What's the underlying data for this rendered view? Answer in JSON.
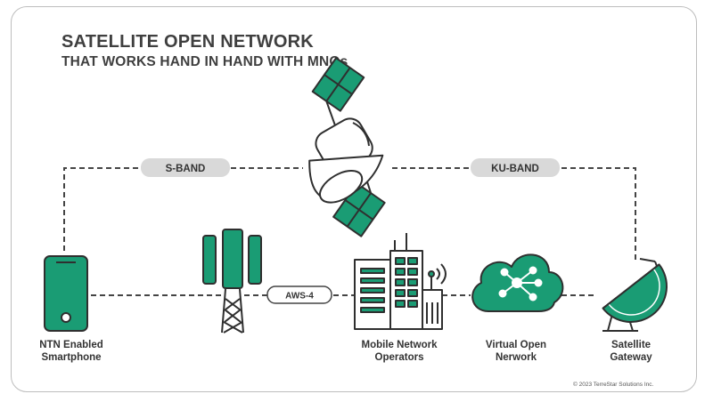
{
  "title": {
    "line1": "SATELLITE OPEN NETWORK",
    "line2": "THAT WORKS HAND IN HAND WITH MNOs"
  },
  "links": {
    "s_band": "S-BAND",
    "ku_band": "KU-BAND",
    "aws4": "AWS-4"
  },
  "nodes": {
    "smartphone": {
      "line1": "NTN Enabled",
      "line2": "Smartphone"
    },
    "mno": {
      "line1": "Mobile Network",
      "line2": "Operators"
    },
    "von": {
      "line1": "Virtual Open",
      "line2": "Nerwork"
    },
    "gateway": {
      "line1": "Satellite",
      "line2": "Gateway"
    }
  },
  "copyright": "© 2023 TerreStar Solutions Inc.",
  "colors": {
    "accent": "#1a9c74",
    "outline": "#2f2f2f",
    "line": "#444444",
    "badge": "#d9d9d9"
  }
}
